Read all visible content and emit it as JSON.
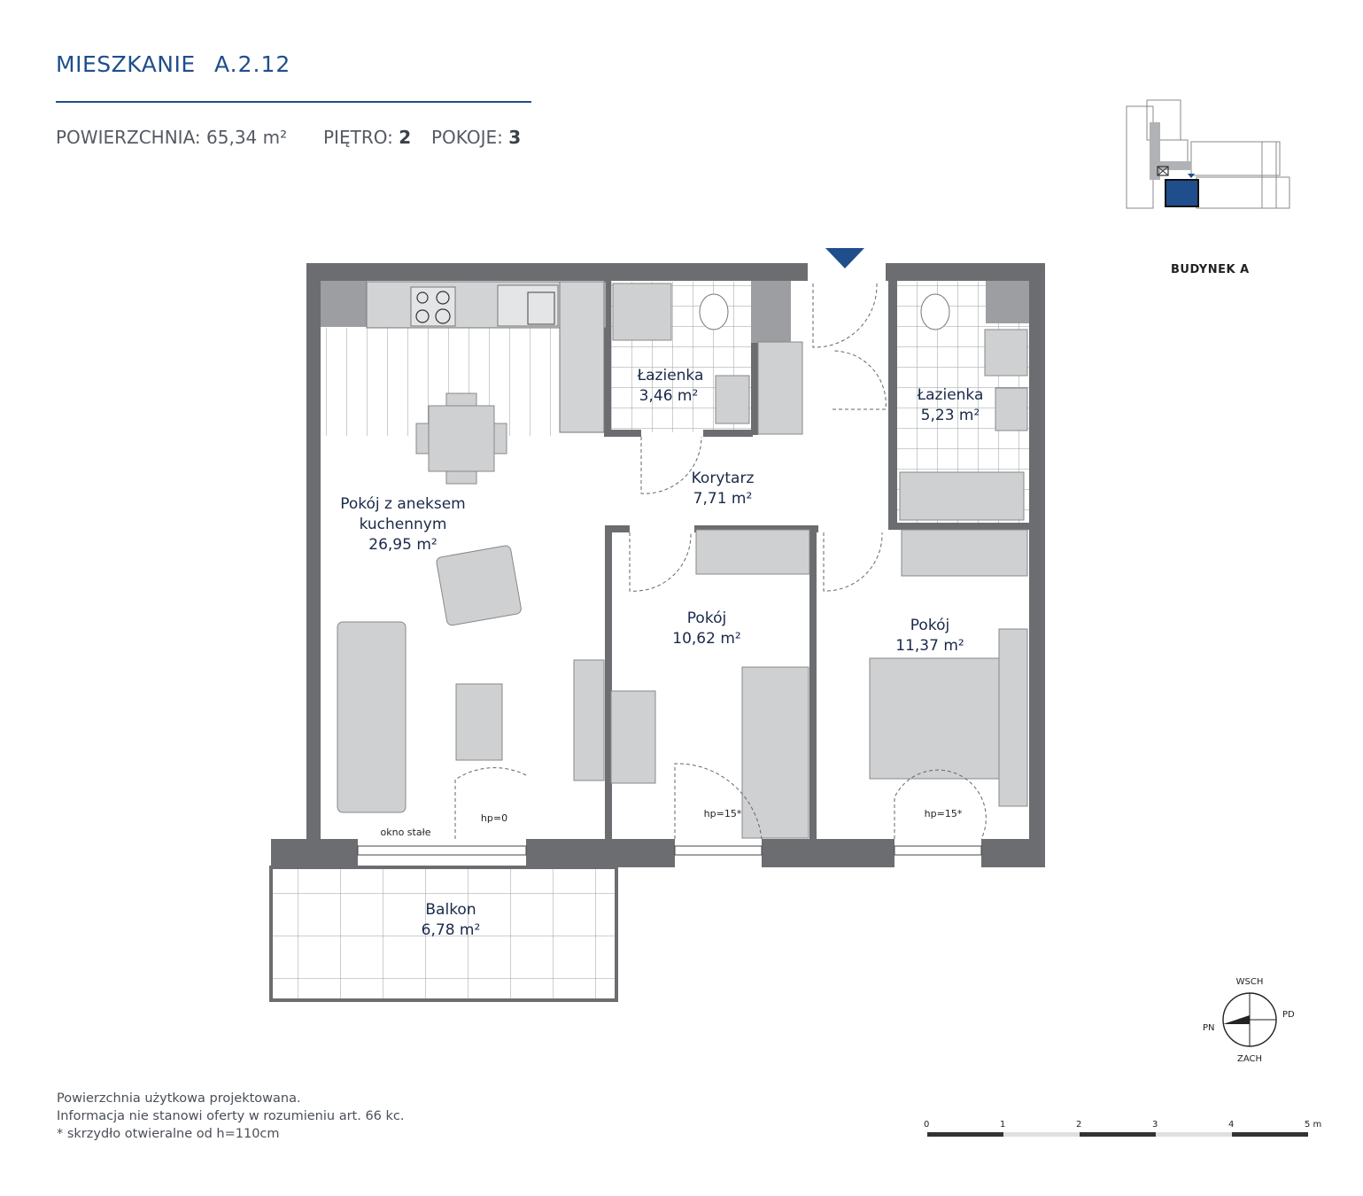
{
  "header": {
    "title_word": "MIESZKANIE",
    "title_code": "A.2.12",
    "area_label": "POWIERZCHNIA:",
    "area_value": "65,34 m²",
    "floor_label": "PIĘTRO:",
    "floor_value": "2",
    "rooms_label": "POKOJE:",
    "rooms_value": "3"
  },
  "building_label": "BUDYNEK A",
  "rooms": {
    "kitchen": {
      "name_line1": "Pokój z aneksem",
      "name_line2": "kuchennym",
      "area": "26,95 m²"
    },
    "bath1": {
      "name": "Łazienka",
      "area": "3,46 m²"
    },
    "bath2": {
      "name": "Łazienka",
      "area": "5,23 m²"
    },
    "corridor": {
      "name": "Korytarz",
      "area": "7,71 m²"
    },
    "room1": {
      "name": "Pokój",
      "area": "10,62 m²"
    },
    "room2": {
      "name": "Pokój",
      "area": "11,37 m²"
    },
    "balcony": {
      "name": "Balkon",
      "area": "6,78 m²"
    }
  },
  "annotations": {
    "okno_stale": "okno stałe",
    "hp0": "hp=0",
    "hp15_a": "hp=15*",
    "hp15_b": "hp=15*"
  },
  "compass": {
    "n": "WSCH",
    "e": "PD",
    "s": "ZACH",
    "w": "PN"
  },
  "scale": {
    "ticks": [
      "0",
      "1",
      "2",
      "3",
      "4",
      "5 m"
    ]
  },
  "footer": {
    "line1": "Powierzchnia użytkowa projektowana.",
    "line2": "Informacja nie stanowi oferty w rozumieniu art. 66 kc.",
    "line3": "* skrzydło otwieralne od h=110cm"
  },
  "colors": {
    "accent": "#1f4e8c",
    "wall": "#6b6d70",
    "furniture": "#cfd0d2"
  }
}
